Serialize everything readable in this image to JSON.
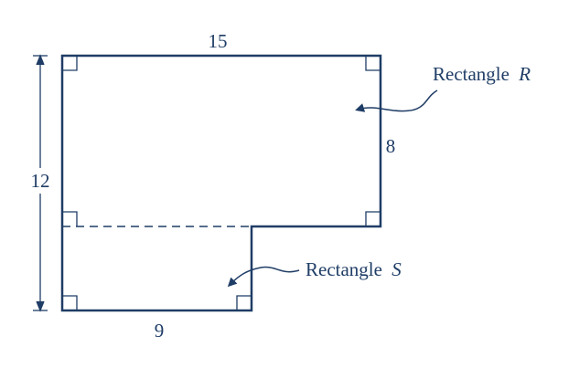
{
  "figure": {
    "top_side": "15",
    "right_side_R": "8",
    "left_side": "12",
    "bottom_side": "9",
    "rect_R_label": {
      "word": "Rectangle",
      "letter": "R"
    },
    "rect_S_label": {
      "word": "Rectangle",
      "letter": "S"
    }
  },
  "colors": {
    "stroke": "#1f3d66"
  }
}
